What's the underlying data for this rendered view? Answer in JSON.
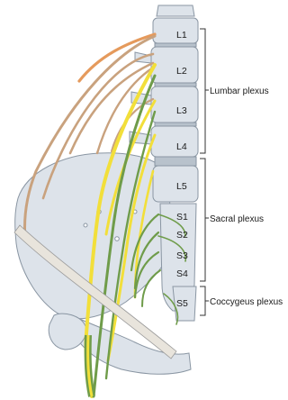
{
  "vertebra_labels": [
    "L1",
    "L2",
    "L3",
    "L4",
    "L5",
    "S1",
    "S2",
    "S3",
    "S4",
    "S5"
  ],
  "groups": {
    "lumbar": "Lumbar plexus",
    "sacral": "Sacral plexus",
    "coccygeus": "Coccygeus plexus"
  },
  "colors": {
    "lumbar_nerve": "#c9a27e",
    "lumbar_nerve_highlight": "#e59a5c",
    "sacral_nerve_yellow": "#f2df3a",
    "sacral_nerve_green": "#6f9c4a",
    "bone": "#dde3ea",
    "bone_outline": "#8a96a3",
    "bracket": "#333333"
  }
}
